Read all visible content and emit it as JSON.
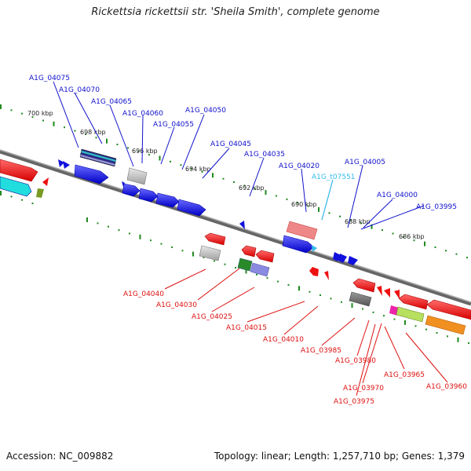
{
  "title": "Rickettsia rickettsii str. 'Sheila Smith', complete genome",
  "accession": "Accession: NC_009882",
  "footer": "Topology: linear; Length: 1,257,710 bp; Genes: 1,379",
  "scale_labels": [
    "700 kbp",
    "698 kbp",
    "696 kbp",
    "694 kbp",
    "692 kbp",
    "690 kbp",
    "688 kbp",
    "686 kbp"
  ],
  "top_gene_labels": [
    "A1G_04075",
    "A1G_04070",
    "A1G_04065",
    "A1G_04060",
    "A1G_04055",
    "A1G_04050",
    "A1G_04045",
    "A1G_04035",
    "A1G_04020",
    "A1G_t07551",
    "A1G_04005",
    "A1G_04000",
    "A1G_03995"
  ],
  "bottom_gene_labels": [
    "A1G_04040",
    "A1G_04030",
    "A1G_04025",
    "A1G_04015",
    "A1G_04010",
    "A1G_03985",
    "A1G_03980",
    "A1G_03970",
    "A1G_03975",
    "A1G_03965",
    "A1G_03960"
  ],
  "colors": {
    "forward_strand": "#1010dd",
    "reverse_strand": "#dd1010",
    "trna": "#33ccee",
    "scale_ticks": "#1f8a1f",
    "backbone": "#777777"
  }
}
